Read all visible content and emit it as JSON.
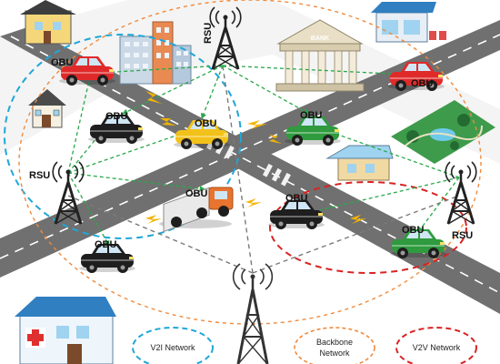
{
  "labels": {
    "obu": "OBU",
    "rsu": "RSU",
    "bank": "BANK"
  },
  "legend": {
    "v2i": "V2I Network",
    "backbone_line1": "Backbone",
    "backbone_line2": "Network",
    "v2v": "V2V Network"
  },
  "colors": {
    "v2i": "#1fa7d8",
    "backbone": "#f08a3c",
    "v2v": "#d92323",
    "road": "#707070",
    "grass": "#2f9a44",
    "link": "#2aa84a"
  },
  "icons": {
    "tower": "radio-tower-icon",
    "car": "car-icon",
    "house": "house-icon",
    "hospital": "hospital-icon",
    "bank": "bank-icon",
    "park": "park-icon",
    "truck": "truck-icon"
  }
}
